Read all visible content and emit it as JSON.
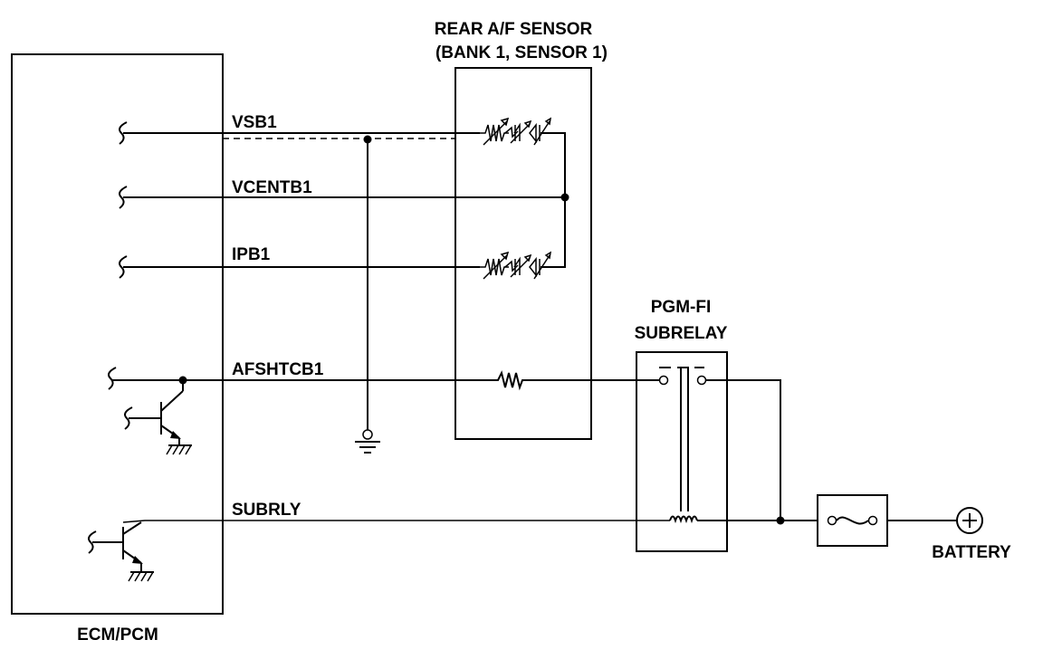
{
  "components": {
    "ecm": {
      "label": "ECM/PCM"
    },
    "sensor": {
      "label_line1": "REAR A/F SENSOR",
      "label_line2": "(BANK 1, SENSOR 1)"
    },
    "relay": {
      "label_line1": "PGM-FI",
      "label_line2": "SUBRELAY"
    },
    "battery": {
      "label": "BATTERY"
    }
  },
  "signals": {
    "vsb1": "VSB1",
    "vcentb1": "VCENTB1",
    "ipb1": "IPB1",
    "afshtcb1": "AFSHTCB1",
    "subrly": "SUBRLY"
  }
}
